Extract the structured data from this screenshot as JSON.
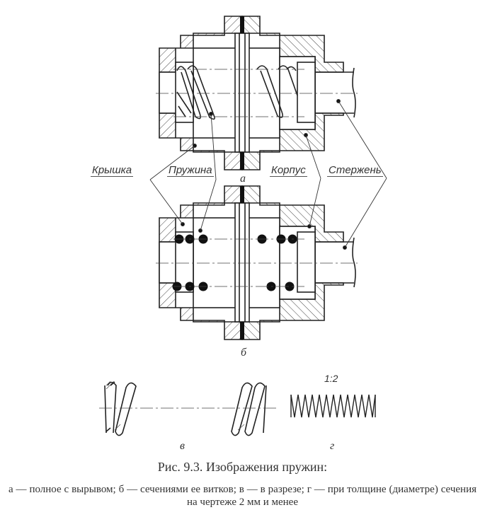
{
  "labels": {
    "cap": "Крышка",
    "spring": "Пружина",
    "body": "Корпус",
    "rod": "Стержень"
  },
  "views": {
    "a": "а",
    "b": "б",
    "v": "в",
    "g": "г"
  },
  "scale": "1:2",
  "caption": {
    "title": "Рис. 9.3. Изображения пружин:",
    "line": "а — полное с вырывом; б — сечениями ее витков; в — в разрезе; г — при толщине (диаметре) сечения на чертеже 2 мм и менее"
  }
}
